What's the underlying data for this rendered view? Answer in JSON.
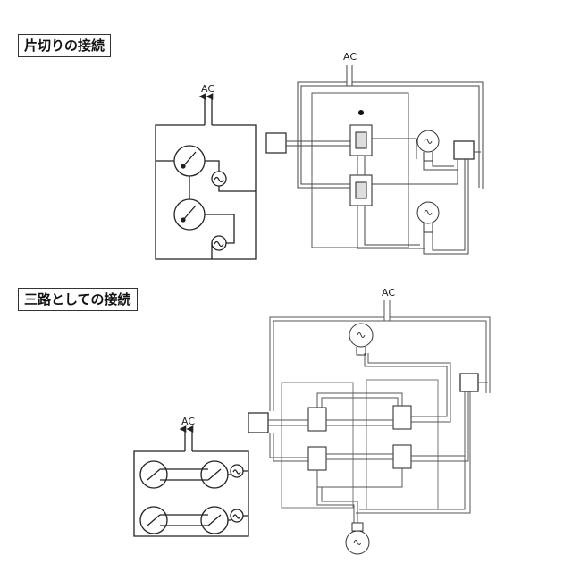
{
  "sections": [
    {
      "title": "片切りの接続",
      "schematic_label": "AC",
      "wiring_label": "AC"
    },
    {
      "title": "三路としての接続",
      "schematic_label": "AC",
      "wiring_label": "AC"
    }
  ]
}
